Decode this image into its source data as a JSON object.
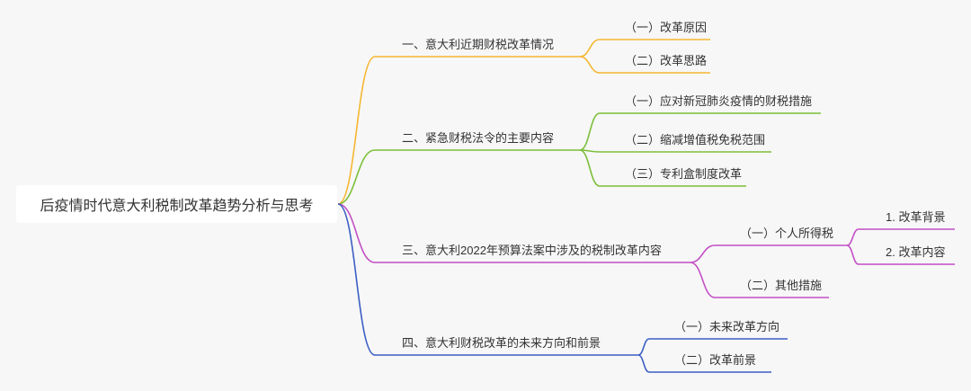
{
  "root": {
    "label": "后疫情时代意大利税制改革趋势分析与思考"
  },
  "branches": [
    {
      "label": "一、意大利近期财税改革情况",
      "color": "#f5b730",
      "children": [
        {
          "label": "（一）改革原因"
        },
        {
          "label": "（二）改革思路"
        }
      ]
    },
    {
      "label": "二、紧急财税法令的主要内容",
      "color": "#7cbf3a",
      "children": [
        {
          "label": "（一）应对新冠肺炎疫情的财税措施"
        },
        {
          "label": "（二）缩减增值税免税范围"
        },
        {
          "label": "（三）专利盒制度改革"
        }
      ]
    },
    {
      "label": "三、意大利2022年预算法案中涉及的税制改革内容",
      "color": "#c24fc5",
      "children": [
        {
          "label": "（一）个人所得税",
          "children": [
            {
              "label": "1. 改革背景"
            },
            {
              "label": "2. 改革内容"
            }
          ]
        },
        {
          "label": "（二）其他措施"
        }
      ]
    },
    {
      "label": "四、意大利财税改革的未来方向和前景",
      "color": "#3b5fc4",
      "children": [
        {
          "label": "（一）未来改革方向"
        },
        {
          "label": "（二）改革前景"
        }
      ]
    }
  ]
}
